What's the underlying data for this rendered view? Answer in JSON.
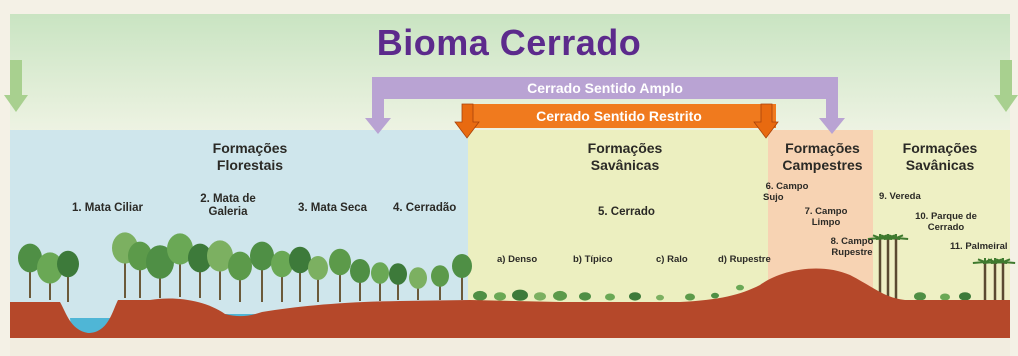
{
  "title": "Bioma Cerrado",
  "brackets": {
    "amplo": "Cerrado Sentido Amplo",
    "restrito": "Cerrado Sentido Restrito"
  },
  "zones": {
    "florestais": [
      "Formações",
      "Florestais"
    ],
    "savanicas": [
      "Formações",
      "Savânicas"
    ],
    "campestres": [
      "Formações",
      "Campestres"
    ],
    "savanicas2": [
      "Formações",
      "Savânicas"
    ]
  },
  "formations": {
    "f1": "1. Mata Ciliar",
    "f2a": "2. Mata de",
    "f2b": "Galeria",
    "f3": "3. Mata Seca",
    "f4": "4. Cerradão",
    "f5": "5. Cerrado",
    "f6a": "6. Campo",
    "f6b": "Sujo",
    "f7a": "7. Campo",
    "f7b": "Limpo",
    "f8a": "8. Campo",
    "f8b": "Rupestre",
    "f9": "9. Vereda",
    "f10a": "10. Parque de",
    "f10b": "Cerrado",
    "f11": "11. Palmeiral"
  },
  "cerrado_types": {
    "a": "a) Denso",
    "b": "b) Típico",
    "c": "c) Ralo",
    "d": "d) Rupestre"
  },
  "colors": {
    "forest_zone": "#cfe6ec",
    "savanna_zone": "#ecefc0",
    "campestre_zone": "#f7d3b3",
    "savanna2_zone": "#eef0c4",
    "top_band": "#d8ecd2",
    "amplo_bar": "#b9a3d3",
    "restrito_bar": "#f07a1e",
    "soil": "#b5482a",
    "title": "#5c2a8c",
    "trees": "#5c9a4a"
  }
}
